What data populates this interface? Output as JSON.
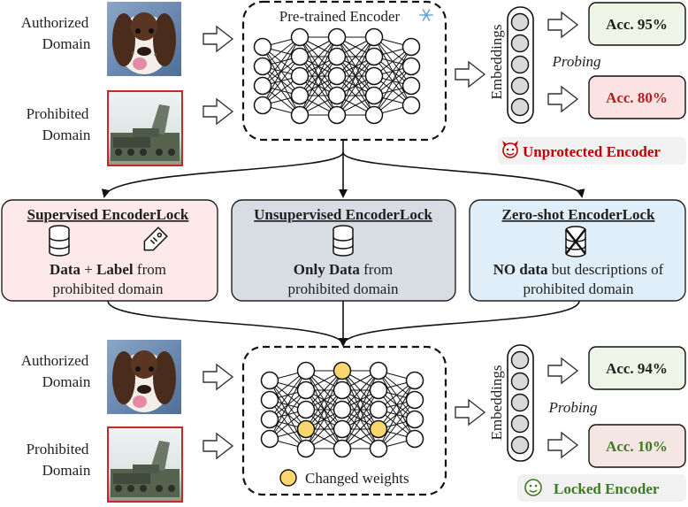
{
  "top": {
    "authorized_label": [
      "Authorized",
      "Domain"
    ],
    "prohibited_label": [
      "Prohibited",
      "Domain"
    ],
    "encoder_title": "Pre-trained Encoder",
    "embeddings_label": "Embeddings",
    "probing_label": "Probing",
    "acc_authorized": "Acc. 95%",
    "acc_prohibited": "Acc. 80%",
    "status_label": "Unprotected Encoder"
  },
  "methods": [
    {
      "title": "Supervised EncoderLock",
      "line1_bold": "Data",
      "line1_mid": " + ",
      "line1_bold2": "Label",
      "line1_rest": " from",
      "line2": "prohibited domain"
    },
    {
      "title": "Unsupervised EncoderLock",
      "line1_bold": "Only Data",
      "line1_rest": " from",
      "line2": "prohibited domain"
    },
    {
      "title": "Zero-shot EncoderLock",
      "line1_bold": "NO data",
      "line1_rest": " but descriptions of",
      "line2": "prohibited domain"
    }
  ],
  "bottom": {
    "authorized_label": [
      "Authorized",
      "Domain"
    ],
    "prohibited_label": [
      "Prohibited",
      "Domain"
    ],
    "legend_label": "Changed weights",
    "embeddings_label": "Embeddings",
    "probing_label": "Probing",
    "acc_authorized": "Acc. 94%",
    "acc_prohibited": "Acc. 10%",
    "status_label": "Locked Encoder"
  },
  "colors": {
    "authorized_acc_bg": "#eef5e6",
    "prohibited_acc_bg": "#fbe3e3",
    "unprotected_text": "#c00000",
    "locked_text": "#3d7a1f",
    "supervised_bg": "#fde9e9",
    "unsupervised_bg": "#d8dde3",
    "zeroshot_bg": "#dfeef8",
    "changed_weight": "#f9d76e",
    "node_fill": "#ffffff",
    "embedding_fill": "#d9d9d9"
  },
  "icons": {
    "snowflake": "snowflake-icon",
    "devil": "devil-face-icon",
    "smile": "smile-face-icon",
    "database": "database-icon",
    "tag": "label-tag-icon",
    "crossed_database": "crossed-database-icon",
    "arrow": "block-arrow-icon",
    "dog_photo": "dog-photo",
    "military_photo": "military-vehicle-photo"
  }
}
